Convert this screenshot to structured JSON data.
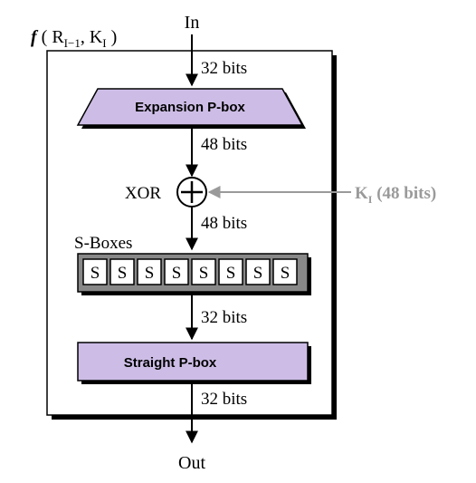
{
  "diagram": {
    "function_label": {
      "f": "f",
      "open": " ( R",
      "sub1": "I−1",
      "mid": ", K",
      "sub2": "I",
      "close": " )"
    },
    "input_label": "In",
    "output_label": "Out",
    "bits_after_input": "32 bits",
    "expansion_box": "Expansion P-box",
    "bits_after_expansion": "48 bits",
    "xor_label": "XOR",
    "key_label": {
      "k": "K",
      "sub": "I",
      "rest": " (48 bits)"
    },
    "bits_after_xor": "48 bits",
    "sboxes_label": "S-Boxes",
    "sbox_cells": [
      "S",
      "S",
      "S",
      "S",
      "S",
      "S",
      "S",
      "S"
    ],
    "bits_after_sboxes": "32 bits",
    "straight_box": "Straight P-box",
    "bits_after_straight": "32 bits",
    "colors": {
      "box_fill": "#cdbde6",
      "sbox_strip": "#888888",
      "key_gray": "#9a9a9a",
      "line": "#000000"
    }
  }
}
